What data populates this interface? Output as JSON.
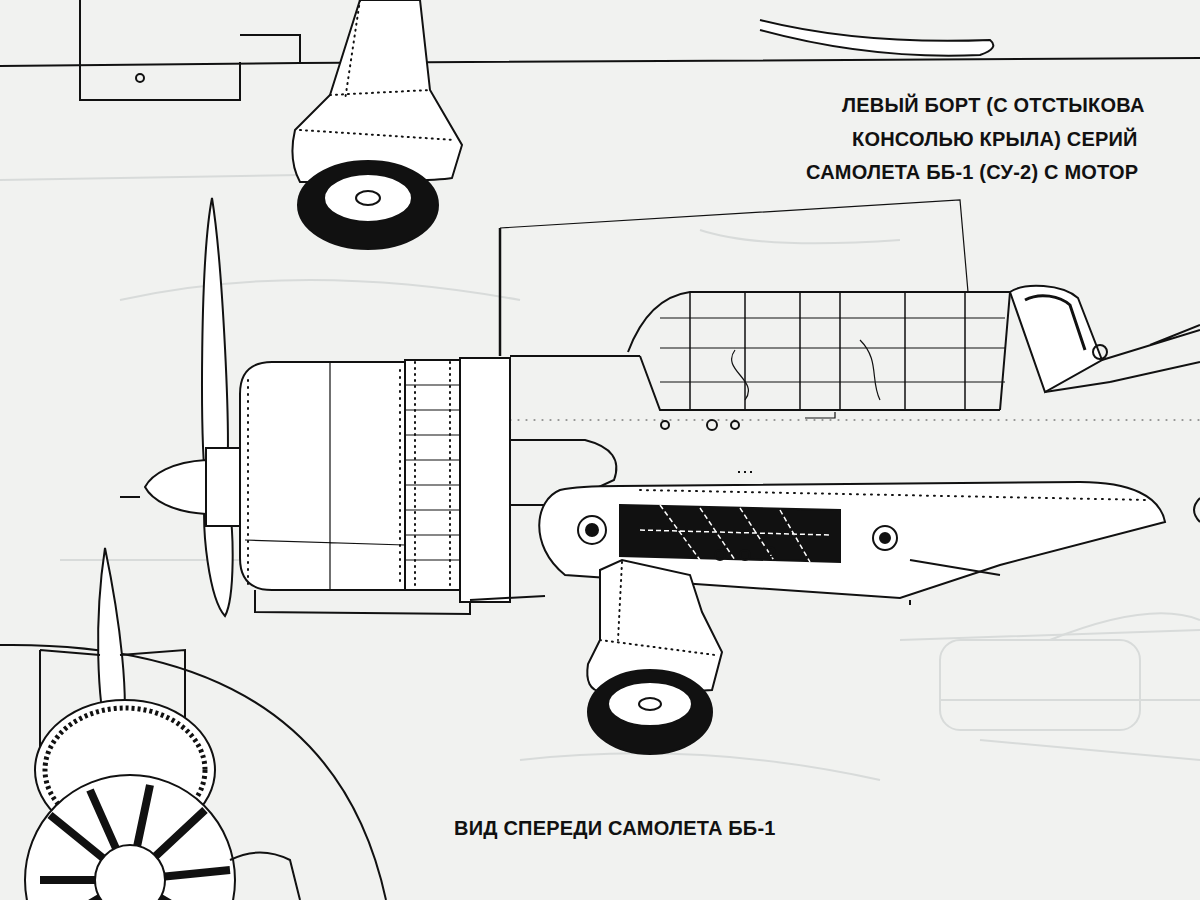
{
  "diagram": {
    "labels": [
      "ЛЕВЫЙ БОРТ (С ОТСТЫКОВА",
      "КОНСОЛЬЮ КРЫЛА) СЕРИЙ",
      "САМОЛЕТА ББ-1 (СУ-2) С МОТОР",
      "ВИД СПЕРЕДИ САМОЛЕТА ББ-1"
    ]
  }
}
